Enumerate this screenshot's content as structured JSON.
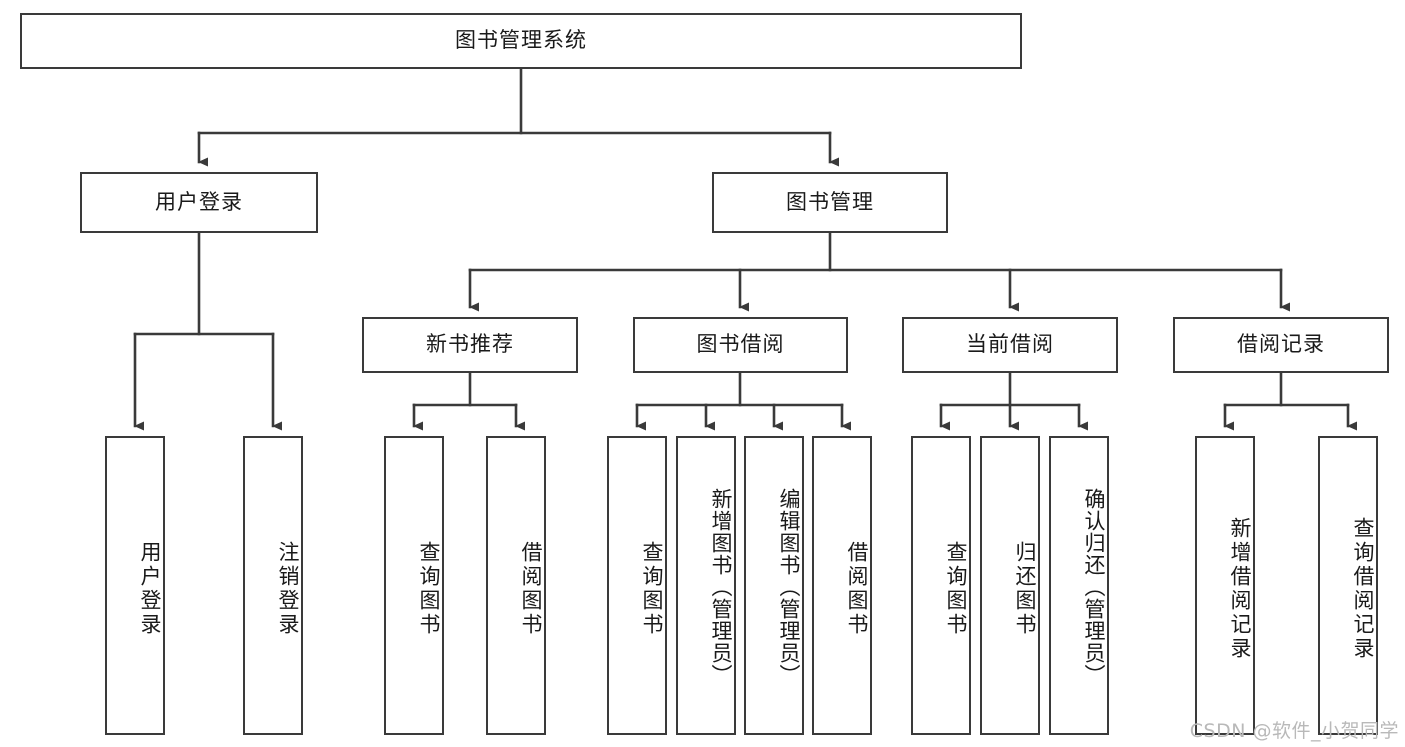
{
  "diagram": {
    "title_node": {
      "label": "图书管理系统"
    },
    "level2": [
      {
        "id": "user-login",
        "label": "用户登录"
      },
      {
        "id": "book-manage",
        "label": "图书管理"
      }
    ],
    "level3": [
      {
        "id": "new-book-recommend",
        "label": "新书推荐"
      },
      {
        "id": "book-borrow",
        "label": "图书借阅"
      },
      {
        "id": "current-borrow",
        "label": "当前借阅"
      },
      {
        "id": "borrow-record",
        "label": "借阅记录"
      }
    ],
    "leaves": {
      "user_login": [
        {
          "id": "leaf-user-login",
          "label": "用户登录"
        },
        {
          "id": "leaf-logout",
          "label": "注销登录"
        }
      ],
      "new_book_recommend": [
        {
          "id": "leaf-query-book-1",
          "label": "查询图书"
        },
        {
          "id": "leaf-borrow-book-1",
          "label": "借阅图书"
        }
      ],
      "book_borrow": [
        {
          "id": "leaf-query-book-2",
          "label": "查询图书"
        },
        {
          "id": "leaf-add-book",
          "label": "新增图书（管理员）"
        },
        {
          "id": "leaf-edit-book",
          "label": "编辑图书（管理员）"
        },
        {
          "id": "leaf-borrow-book-2",
          "label": "借阅图书"
        }
      ],
      "current_borrow": [
        {
          "id": "leaf-query-book-3",
          "label": "查询图书"
        },
        {
          "id": "leaf-return-book",
          "label": "归还图书"
        },
        {
          "id": "leaf-confirm-return",
          "label": "确认归还（管理员）"
        }
      ],
      "borrow_record": [
        {
          "id": "leaf-add-record",
          "label": "新增借阅记录"
        },
        {
          "id": "leaf-query-record",
          "label": "查询借阅记录"
        }
      ]
    }
  },
  "watermark": {
    "text": "CSDN @软件_小贺同学"
  },
  "colors": {
    "border": "#3a3a3a",
    "edge": "#3a3a3a",
    "text": "#1a1a1a",
    "background": "#ffffff",
    "watermark": "#b9b9b9"
  }
}
